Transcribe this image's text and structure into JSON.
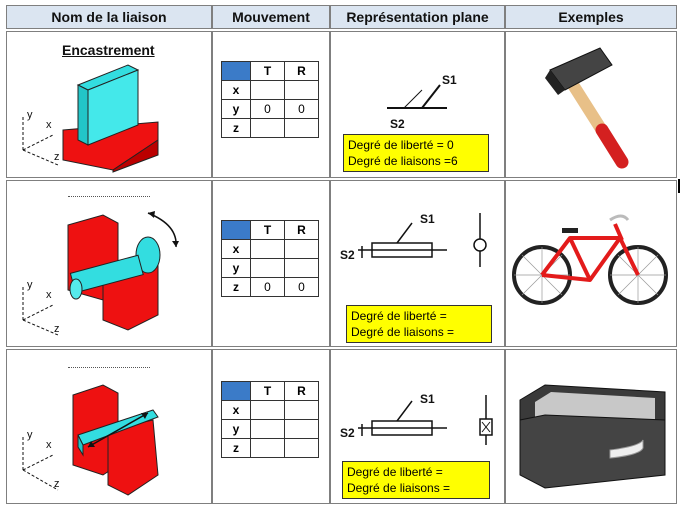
{
  "headers": [
    "Nom de la liaison",
    "Mouvement",
    "Représentation plane",
    "Exemples"
  ],
  "mvt_cols": [
    "T",
    "R"
  ],
  "axes": [
    "x",
    "y",
    "z"
  ],
  "rows": [
    {
      "name": "Encastrement",
      "mvt": [
        [
          "",
          ""
        ],
        [
          "0",
          "0"
        ],
        [
          "",
          ""
        ]
      ],
      "s1": "S1",
      "s2": "S2",
      "dof": "Degré de liberté  = 0",
      "dol": "Degré de liaisons  =6",
      "example_icon": "hammer"
    },
    {
      "name": "",
      "mvt": [
        [
          "",
          ""
        ],
        [
          "",
          ""
        ],
        [
          "0",
          "0"
        ]
      ],
      "s1": "S1",
      "s2": "S2",
      "dof": "Degré de liberté  =",
      "dol": "Degré de liaisons  =",
      "example_icon": "bicycle"
    },
    {
      "name": "",
      "mvt": [
        [
          "",
          ""
        ],
        [
          "",
          ""
        ],
        [
          "",
          ""
        ]
      ],
      "s1": "S1",
      "s2": "S2",
      "dof": "Degré de liberté  =",
      "dol": "Degré de liaisons  =",
      "example_icon": "drawer"
    }
  ],
  "colors": {
    "header_bg": "#dbe5f1",
    "highlight": "#ffff00",
    "part_red": "#ee1111",
    "part_cyan": "#33dde0",
    "table_corner": "#3b7bc8"
  }
}
